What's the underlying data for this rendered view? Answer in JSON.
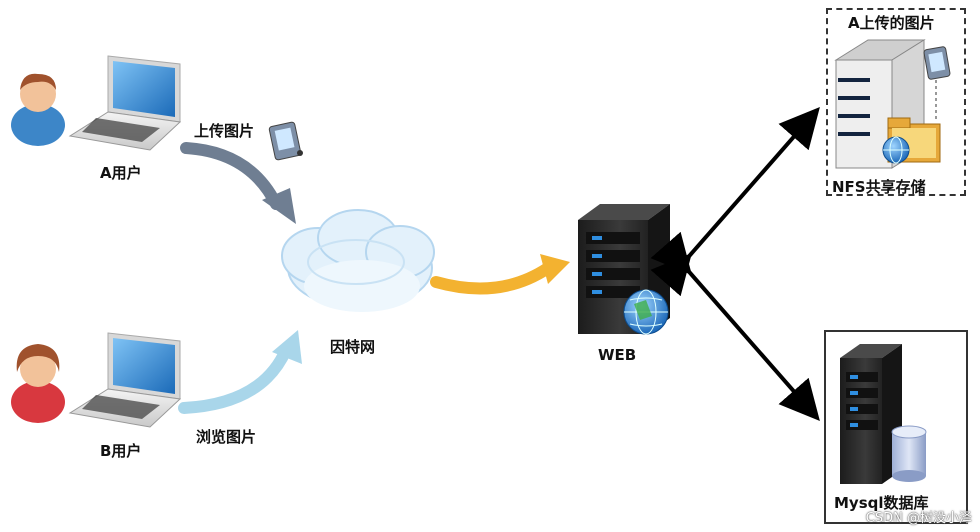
{
  "labels": {
    "user_a": "A用户",
    "user_b": "B用户",
    "upload": "上传图片",
    "browse": "浏览图片",
    "internet": "因特网",
    "web": "WEB",
    "nfs_title": "A上传的图片",
    "nfs_storage": "NFS共享存储",
    "mysql": "Mysql数据库"
  },
  "watermark": "CSDN @树没小泽",
  "colors": {
    "upload_arrow": "#6f7e92",
    "browse_arrow": "#a9d6ea",
    "web_arrow": "#f3b230",
    "server": "#2a2a2a",
    "server_led": "#2f8ee0"
  }
}
